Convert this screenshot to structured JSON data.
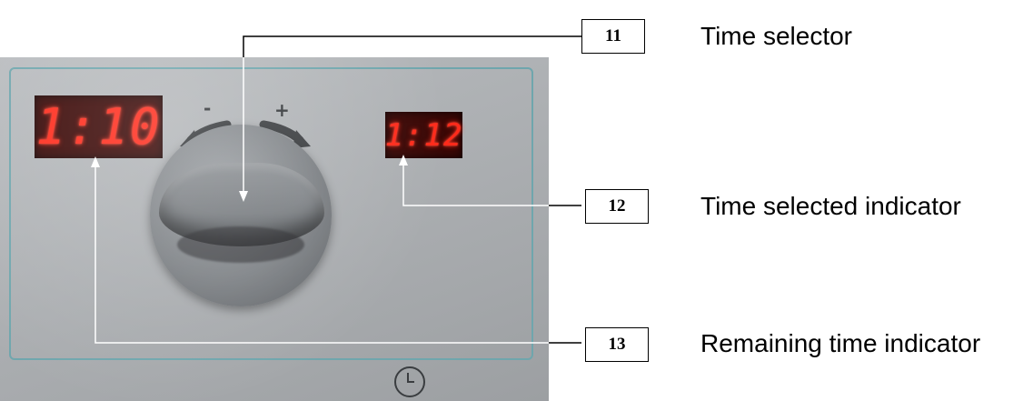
{
  "panel": {
    "remaining_display": "1:10",
    "selected_display": "1:12",
    "minus_sign": "-",
    "plus_sign": "+"
  },
  "callouts": [
    {
      "number": "11",
      "label": "Time selector"
    },
    {
      "number": "12",
      "label": "Time selected indicator"
    },
    {
      "number": "13",
      "label": "Remaining time indicator"
    }
  ],
  "colors": {
    "led": "#ff2a1a",
    "panel_trim": "#6fa6ad"
  }
}
